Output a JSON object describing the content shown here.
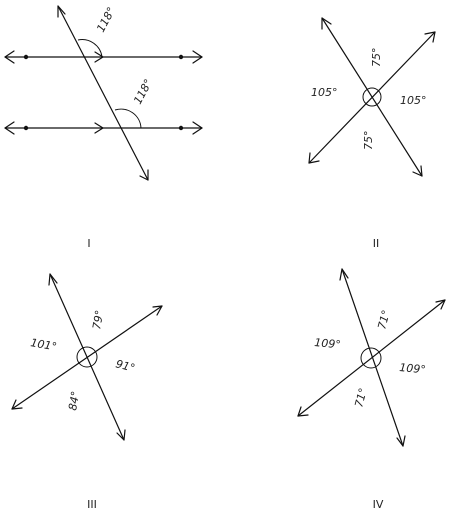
{
  "panels": [
    {
      "id": "I",
      "caption": "I",
      "angle_labels": [
        "118°",
        "118°"
      ]
    },
    {
      "id": "II",
      "caption": "II",
      "angle_labels": [
        "75°",
        "105°",
        "105°",
        "75°"
      ]
    },
    {
      "id": "III",
      "caption": "III",
      "angle_labels": [
        "79°",
        "101°",
        "91°",
        "84°"
      ]
    },
    {
      "id": "IV",
      "caption": "IV",
      "angle_labels": [
        "71°",
        "109°",
        "109°",
        "71°"
      ]
    }
  ]
}
